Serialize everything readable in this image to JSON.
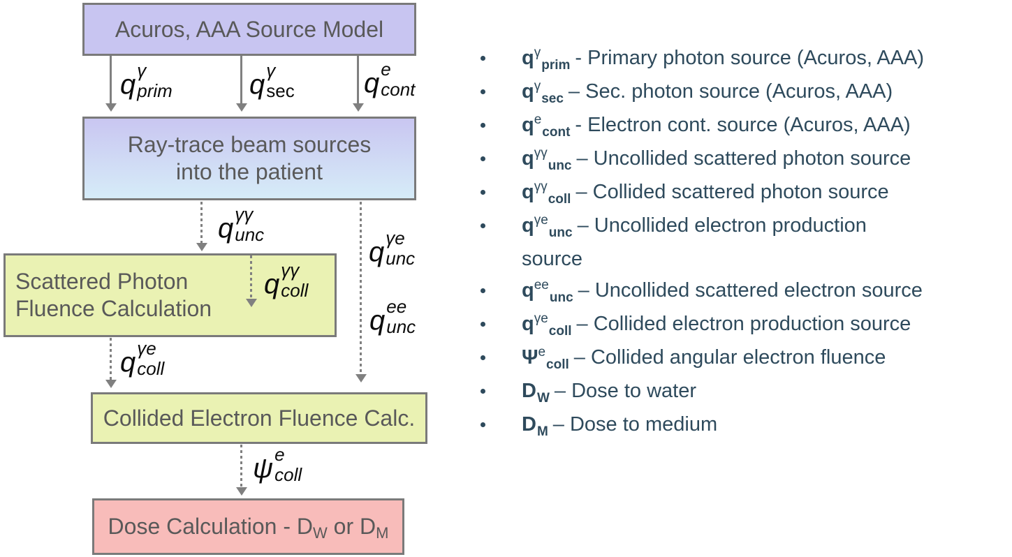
{
  "colors": {
    "box1_fill": "#c8c5f1",
    "box2_grad_top": "#c9c6f1",
    "box2_grad_bottom": "#d6ecf8",
    "green_fill": "#eaf2b3",
    "pink_fill": "#f8bcba",
    "border_gray": "#7a7a7a",
    "box_text": "#595959",
    "legend_text": "#2e4a5c",
    "arrow_gray": "#808080"
  },
  "flowchart": {
    "box1": {
      "label": "Acuros, AAA Source Model"
    },
    "box2": {
      "line1": "Ray-trace beam sources",
      "line2": "into the patient"
    },
    "box3": {
      "line1": "Scattered Photon",
      "line2": "Fluence Calculation"
    },
    "box4": {
      "label": "Collided Electron Fluence Calc."
    },
    "box5": {
      "text_before": "Dose Calculation - D",
      "sub_w": "W",
      "text_mid": "or D",
      "sub_m": "M"
    },
    "labels": {
      "q_prim": {
        "base": "q",
        "sup": "γ",
        "sub": "prim"
      },
      "q_sec": {
        "base": "q",
        "sup": "γ",
        "sub": "sec"
      },
      "q_cont": {
        "base": "q",
        "sup": "e",
        "sub": "cont"
      },
      "q_unc_gg": {
        "base": "q",
        "sup": "γγ",
        "sub": "unc"
      },
      "q_coll_gg": {
        "base": "q",
        "sup": "γγ",
        "sub": "coll"
      },
      "q_unc_ge": {
        "base": "q",
        "sup": "γe",
        "sub": "unc"
      },
      "q_unc_ee": {
        "base": "q",
        "sup": "ee",
        "sub": "unc"
      },
      "q_coll_ge": {
        "base": "q",
        "sup": "γe",
        "sub": "coll"
      },
      "psi_coll": {
        "base": "ψ",
        "sup": "e",
        "sub": "coll"
      }
    }
  },
  "legend": {
    "items": [
      {
        "base": "q",
        "sup": "γ",
        "sub": "prim",
        "desc": "- Primary photon source (Acuros, AAA)"
      },
      {
        "base": "q",
        "sup": "γ",
        "sub": "sec",
        "desc": "– Sec. photon source (Acuros, AAA)"
      },
      {
        "base": "q",
        "sup": "e",
        "sub": "cont",
        "desc": "- Electron cont. source (Acuros, AAA)"
      },
      {
        "base": "q",
        "sup": "γγ",
        "sub": "unc",
        "desc": "– Uncollided scattered photon source"
      },
      {
        "base": "q",
        "sup": "γγ",
        "sub": "coll",
        "desc": "– Collided scattered photon source"
      },
      {
        "base": "q",
        "sup": "γe",
        "sub": "unc",
        "desc": "– Uncollided electron production",
        "desc2": "source"
      },
      {
        "base": "q",
        "sup": "ee",
        "sub": "unc",
        "desc": "– Uncollided scattered electron source"
      },
      {
        "base": "q",
        "sup": "γe",
        "sub": "coll",
        "desc": "– Collided electron production source"
      },
      {
        "base": "Ψ",
        "sup": "e",
        "sub": "coll",
        "desc": "– Collided angular electron fluence"
      },
      {
        "base": "D",
        "sup": "",
        "sub": "W",
        "desc": "– Dose to water"
      },
      {
        "base": "D",
        "sup": "",
        "sub": "M",
        "desc": "– Dose to medium"
      }
    ]
  }
}
